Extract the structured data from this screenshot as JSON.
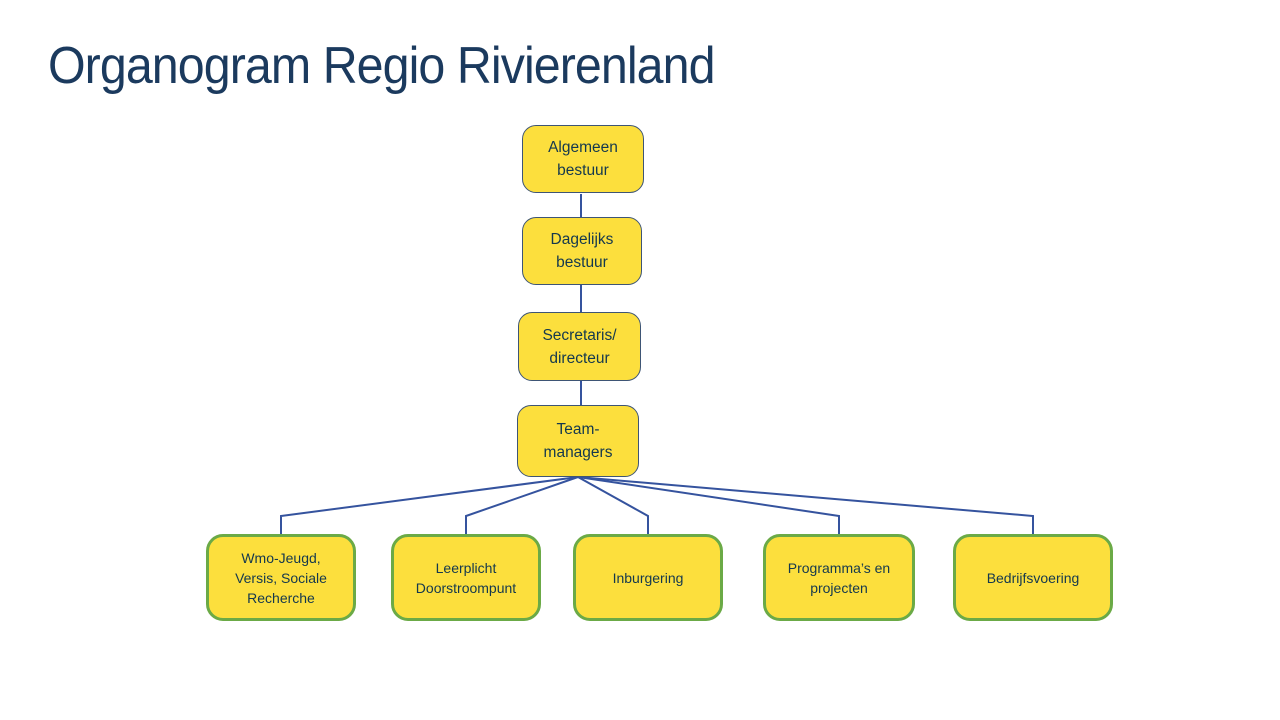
{
  "title": "Organogram Regio Rivierenland",
  "org": {
    "chain": [
      {
        "label": "Algemeen\nbestuur"
      },
      {
        "label": "Dagelijks\nbestuur"
      },
      {
        "label": "Secretaris/\ndirecteur"
      },
      {
        "label": "Team-\nmanagers"
      }
    ],
    "teams": [
      {
        "label": "Wmo-Jeugd,\nVersis, Sociale\nRecherche"
      },
      {
        "label": "Leerplicht\nDoorstroompunt"
      },
      {
        "label": "Inburgering"
      },
      {
        "label": "Programma’s en\nprojecten"
      },
      {
        "label": "Bedrijfsvoering"
      }
    ]
  },
  "colors": {
    "title_text": "#1B3A5E",
    "node_fill": "#FCDF3D",
    "node_text": "#14384E",
    "chain_border": "#3E5575",
    "leaf_border": "#6BAA46",
    "connector": "#35539E"
  }
}
